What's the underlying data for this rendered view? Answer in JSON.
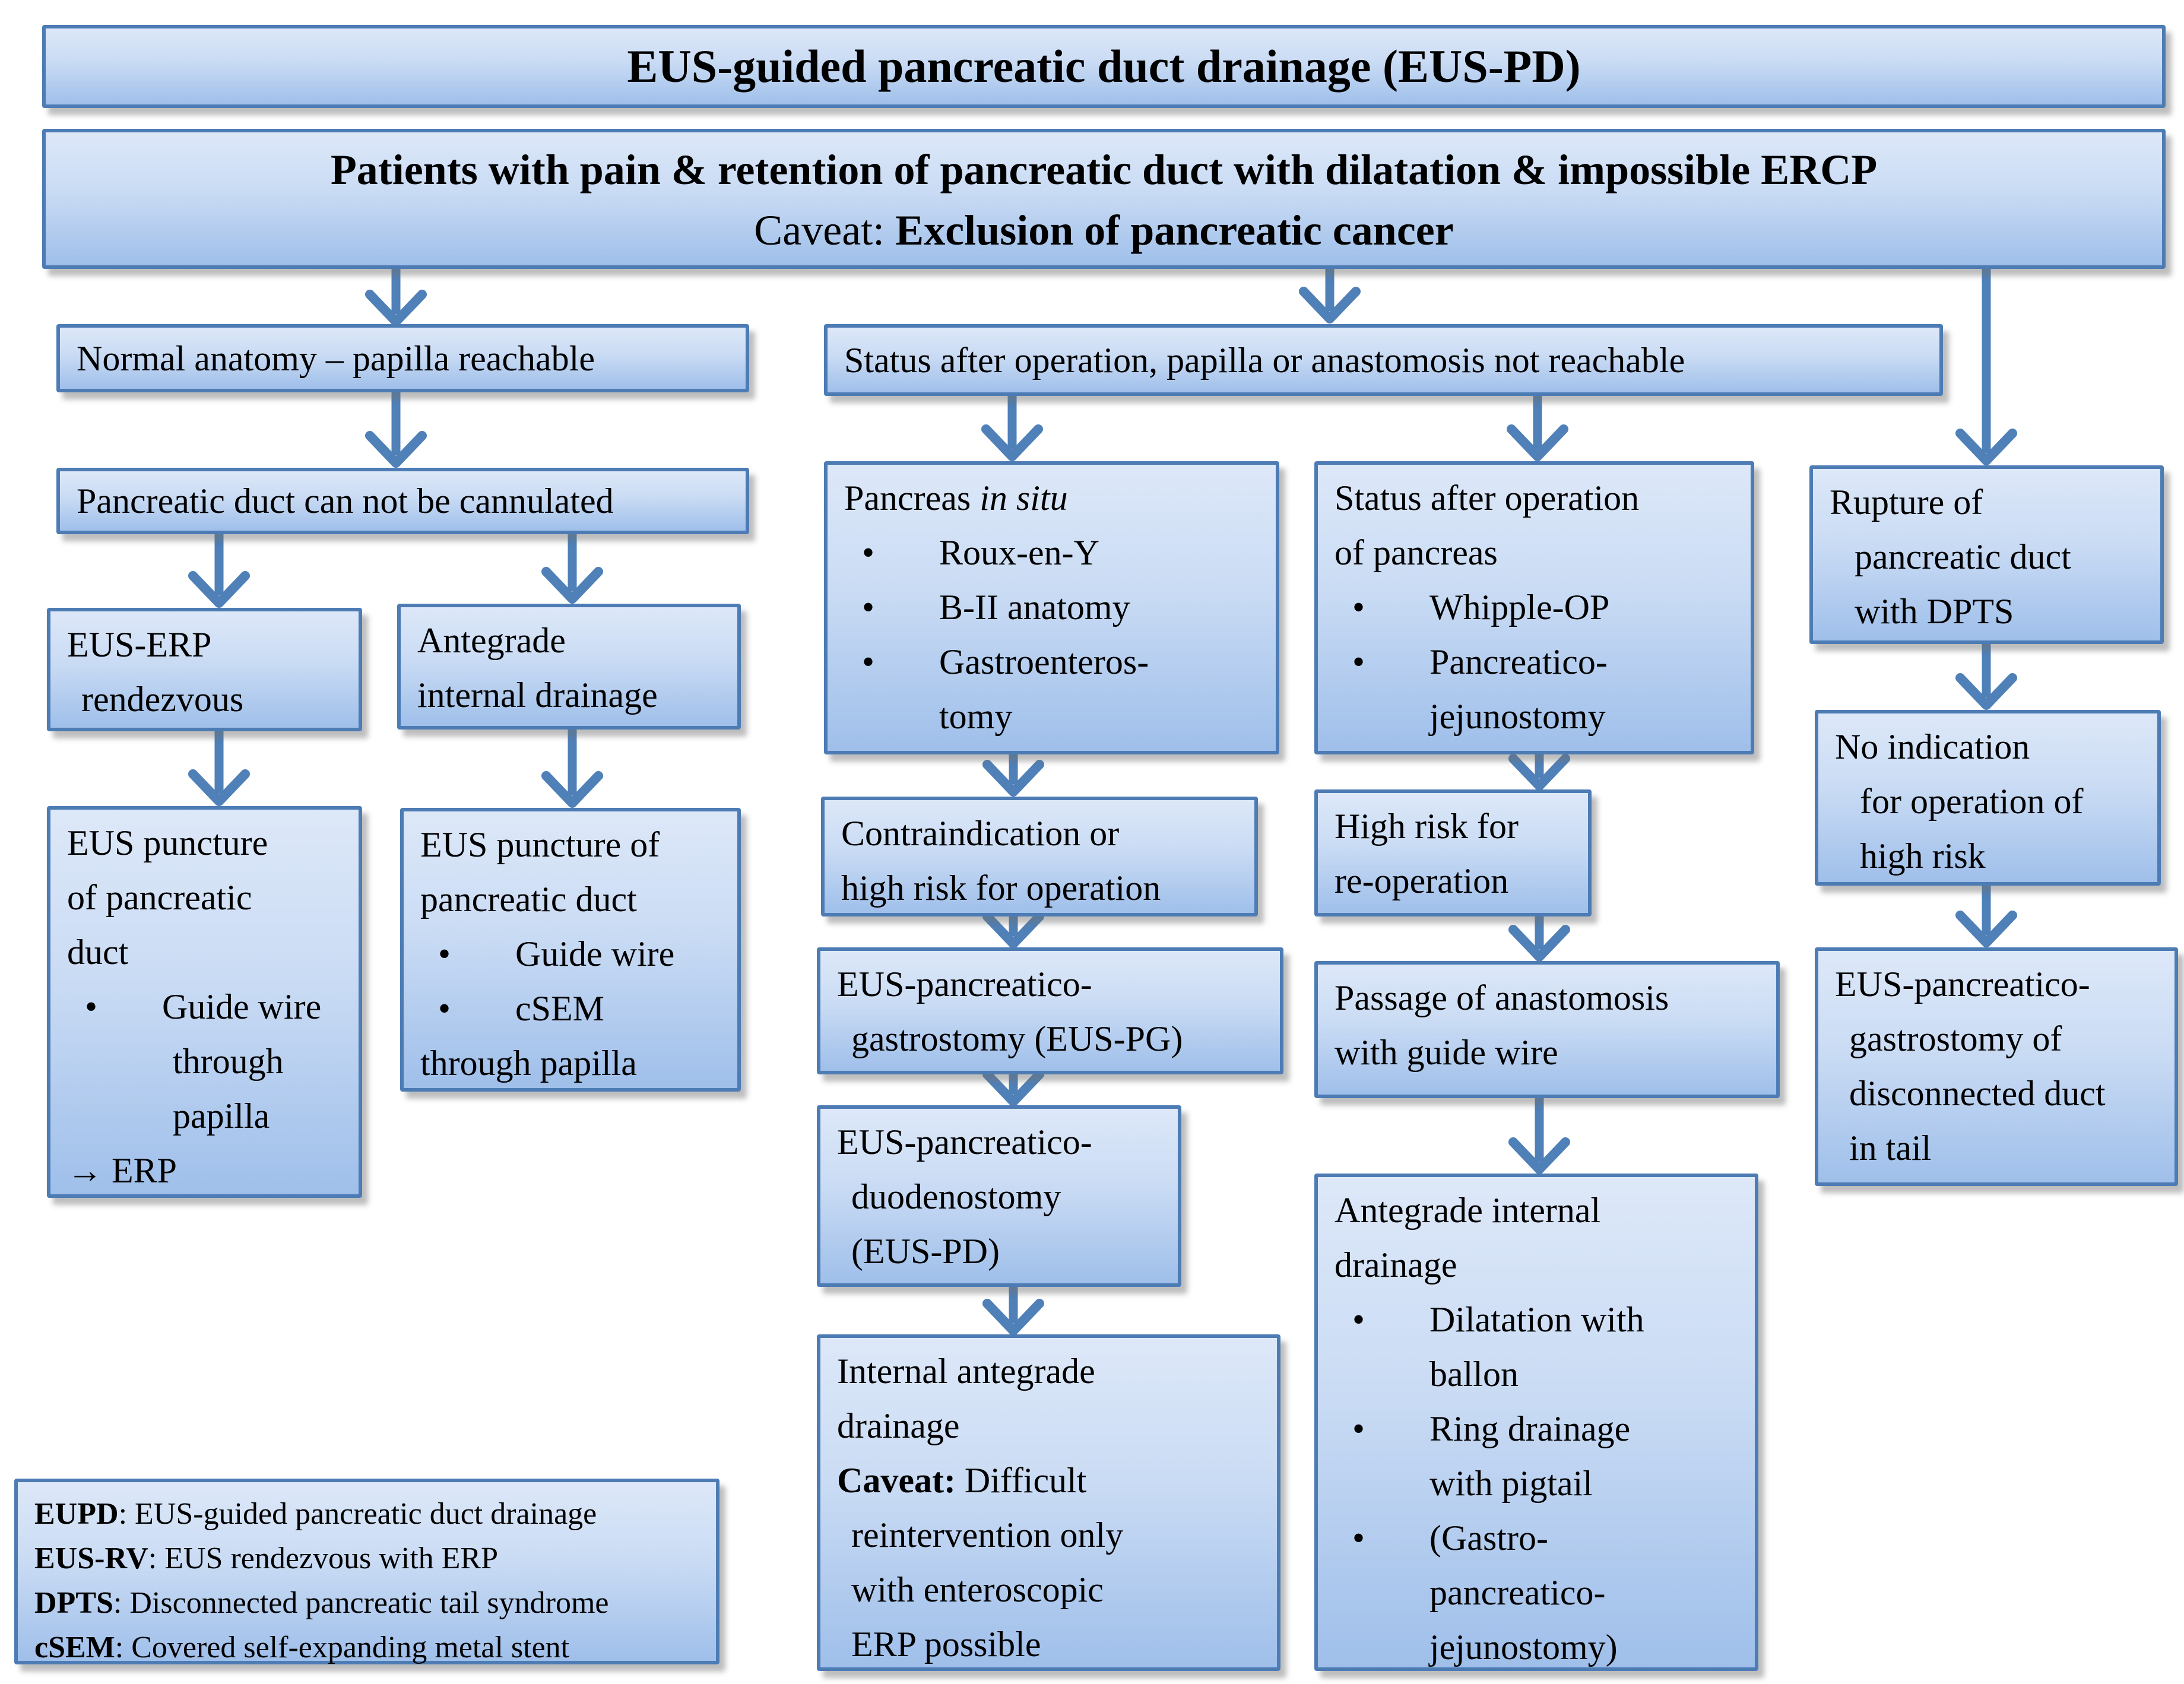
{
  "glyphs": {
    "bullet": "•",
    "colon": ": "
  },
  "colors": {
    "border": "#4d7cb5",
    "fill_top": "#dde8f8",
    "fill_mid": "#c9dbf4",
    "fill_bottom": "#9fbfea",
    "arrow": "#4f80b8",
    "text": "#000000"
  },
  "title_box": {
    "text": "EUS-guided pancreatic duct drainage (EUS-PD)"
  },
  "criteria_box": {
    "line1": "Patients with pain & retention of pancreatic duct with dilatation & impossible ERCP",
    "caveat_label": "Caveat: ",
    "caveat_text": "Exclusion of pancreatic cancer"
  },
  "left_branch": {
    "header": "Normal anatomy – papilla reachable",
    "not_cannulated": "Pancreatic duct can not be cannulated",
    "rendezvous": {
      "lines": [
        "EUS-ERP",
        "rendezvous"
      ]
    },
    "antegrade": {
      "lines": [
        "Antegrade",
        "internal drainage"
      ]
    },
    "puncture_rendezvous": {
      "lines": [
        "EUS puncture",
        "of pancreatic",
        "duct"
      ],
      "bullet1": "Guide wire",
      "cont": [
        "through",
        "papilla"
      ],
      "footer": "→ ERP"
    },
    "puncture_antegrade": {
      "lines": [
        "EUS puncture of",
        "pancreatic duct"
      ],
      "bullets": [
        "Guide wire",
        "cSEM"
      ],
      "footer": "through papilla"
    }
  },
  "middle_branch": {
    "header": "Status after operation, papilla or anastomosis not reachable",
    "pancreas_in_situ": {
      "lead": "Pancreas ",
      "lead_italic": "in situ",
      "bullets": [
        "Roux-en-Y",
        "B-II anatomy",
        "Gastroenteros-"
      ],
      "cont": "tomy"
    },
    "contraindication": {
      "lines": [
        "Contraindication or",
        "high risk for operation"
      ]
    },
    "eus_pg": {
      "lines": [
        "EUS-pancreatico-",
        "gastrostomy (EUS-PG)"
      ]
    },
    "eus_pd": {
      "lines": [
        "EUS-pancreatico-",
        "duodenostomy",
        "(EUS-PD)"
      ]
    },
    "internal_antegrade": {
      "lines": [
        "Internal antegrade",
        "drainage"
      ],
      "caveat_label": "Caveat:",
      "caveat_text": " Difficult",
      "cont": [
        "reintervention only",
        "with enteroscopic",
        "ERP possible"
      ]
    }
  },
  "right_branch": {
    "status_after_op": {
      "lines": [
        "Status after operation",
        "of pancreas"
      ],
      "bullets": [
        "Whipple-OP",
        "Pancreatico-"
      ],
      "cont": "jejunostomy"
    },
    "high_risk": {
      "lines": [
        "High risk for",
        "re-operation"
      ]
    },
    "passage": {
      "lines": [
        "Passage of anastomosis",
        "with guide wire"
      ]
    },
    "antegrade_drainage": {
      "lines": [
        "Antegrade internal",
        "drainage"
      ],
      "bullet1": "Dilatation with",
      "cont1": "ballon",
      "bullet2": "Ring drainage",
      "cont2": "with pigtail",
      "bullet3": "(Gastro-",
      "cont3": [
        "pancreatico-",
        "jejunostomy)"
      ]
    }
  },
  "far_right_branch": {
    "rupture": {
      "lines": [
        "Rupture of",
        "pancreatic duct",
        "with DPTS"
      ]
    },
    "no_indication": {
      "lines": [
        "No indication",
        "for operation of",
        "high risk"
      ]
    },
    "eus_pg_disconnected": {
      "lines": [
        "EUS-pancreatico-",
        "gastrostomy of",
        "disconnected duct",
        "in tail"
      ]
    }
  },
  "legend": {
    "entries": [
      {
        "abbr": "EUPD",
        "desc": "EUS-guided pancreatic duct drainage"
      },
      {
        "abbr": "EUS-RV",
        "desc": "EUS rendezvous with ERP"
      },
      {
        "abbr": "DPTS",
        "desc": "Disconnected pancreatic tail syndrome"
      },
      {
        "abbr": "cSEM",
        "desc": "Covered self-expanding metal stent"
      }
    ]
  }
}
